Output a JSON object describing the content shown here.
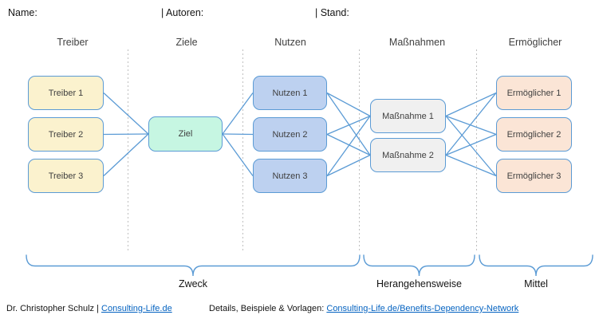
{
  "header": {
    "name_label": "Name:",
    "authors_label": "| Autoren:",
    "date_label": "| Stand:"
  },
  "columns": [
    {
      "label": "Treiber"
    },
    {
      "label": "Ziele"
    },
    {
      "label": "Nutzen"
    },
    {
      "label": "Maßnahmen"
    },
    {
      "label": "Ermöglicher"
    }
  ],
  "nodes": {
    "treiber": [
      "Treiber 1",
      "Treiber 2",
      "Treiber 3"
    ],
    "ziel": "Ziel",
    "nutzen": [
      "Nutzen 1",
      "Nutzen 2",
      "Nutzen 3"
    ],
    "massnahmen": [
      "Maßnahme 1",
      "Maßnahme 2"
    ],
    "ermoeglicher": [
      "Ermöglicher 1",
      "Ermöglicher 2",
      "Ermöglicher 3"
    ]
  },
  "braces": [
    {
      "label": "Zweck"
    },
    {
      "label": "Herangehensweise"
    },
    {
      "label": "Mittel"
    }
  ],
  "footer": {
    "author_text": "Dr. Christopher Schulz | ",
    "author_link": "Consulting-Life.de",
    "details_text": "Details, Beispiele & Vorlagen: ",
    "details_link": "Consulting-Life.de/Benefits-Dependency-Network"
  },
  "colors": {
    "connector_blue": "#5B9BD5",
    "treiber_fill": "#FBF2CE",
    "ziel_fill": "#C6F6E2",
    "nutzen_fill": "#BDD1F0",
    "massnahme_fill": "#F0F0F0",
    "ermoeglicher_fill": "#FBE5D6",
    "divider_gray": "#BFBFBF",
    "link_blue": "#0563C1",
    "text_dark": "#3F3F3F"
  }
}
